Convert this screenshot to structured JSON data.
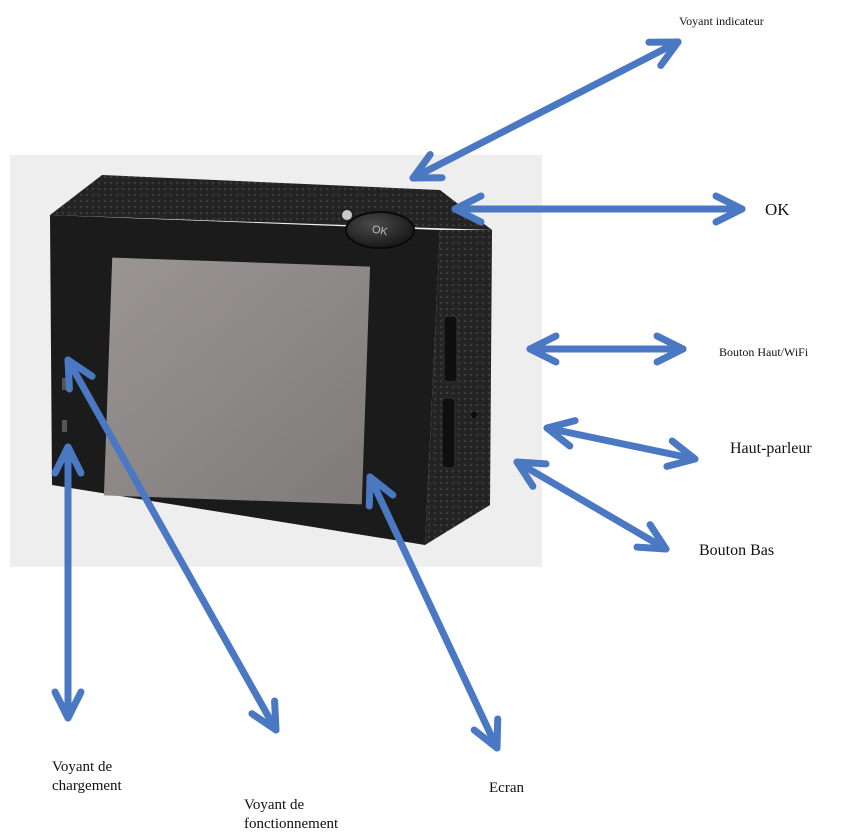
{
  "colors": {
    "arrow": "#4a78c2",
    "photo_bg": "#eeeeee",
    "camera_body": "#1c1c1c",
    "screen": "#8e8a89"
  },
  "photo": {
    "button_text": "OK"
  },
  "labels": {
    "voyant_indicateur": "Voyant indicateur",
    "ok": "OK",
    "bouton_haut_wifi": "Bouton Haut/WiFi",
    "haut_parleur": "Haut-parleur",
    "bouton_bas": "Bouton Bas",
    "voyant_chargement_1": "Voyant de",
    "voyant_chargement_2": "chargement",
    "voyant_fonctionnement_1": "Voyant de",
    "voyant_fonctionnement_2": "fonctionnement",
    "ecran": "Ecran"
  }
}
